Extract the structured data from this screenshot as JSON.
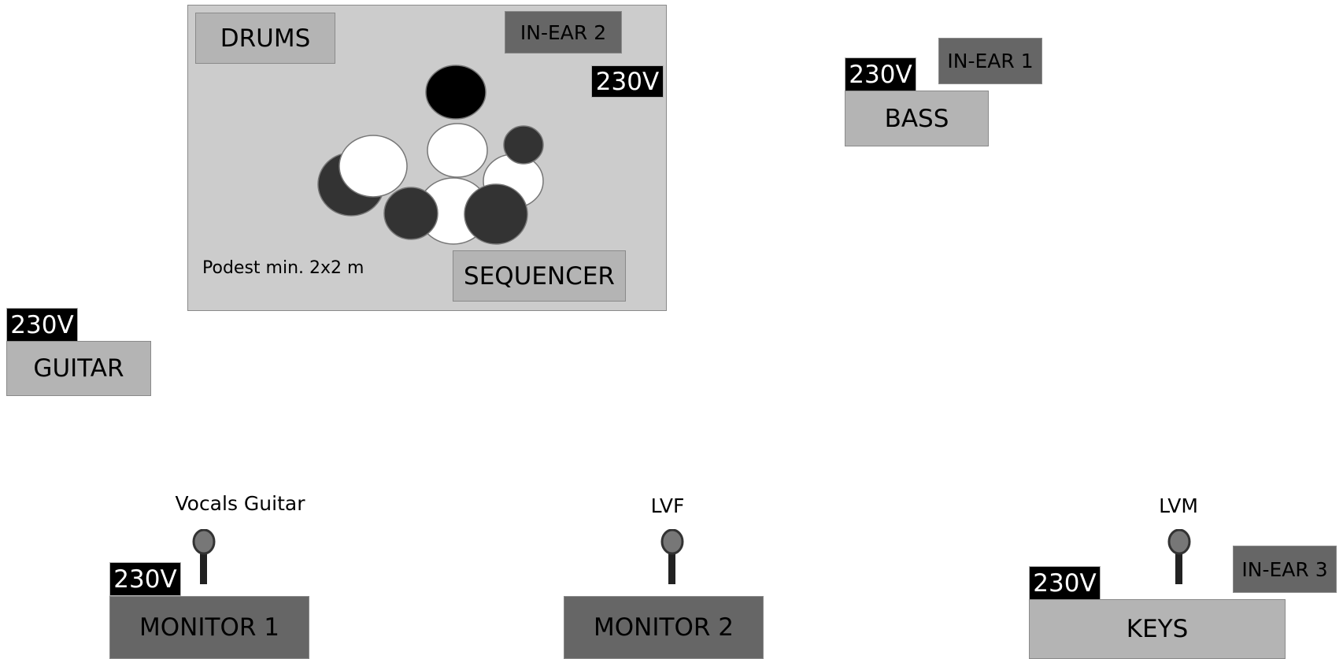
{
  "podest": {
    "label": "DRUMS",
    "note": "Podest min. 2x2 m",
    "inear": "IN-EAR 2",
    "power": "230V",
    "sequencer": "SEQUENCER"
  },
  "bass": {
    "label": "BASS",
    "power": "230V",
    "inear": "IN-EAR 1"
  },
  "guitar": {
    "label": "GUITAR",
    "power": "230V"
  },
  "front": {
    "monitor1": {
      "label": "MONITOR 1",
      "power": "230V",
      "mic_label": "Vocals Guitar"
    },
    "monitor2": {
      "label": "MONITOR 2",
      "mic_label": "LVF"
    },
    "keys": {
      "label": "KEYS",
      "power": "230V",
      "inear": "IN-EAR 3",
      "mic_label": "LVM"
    }
  }
}
